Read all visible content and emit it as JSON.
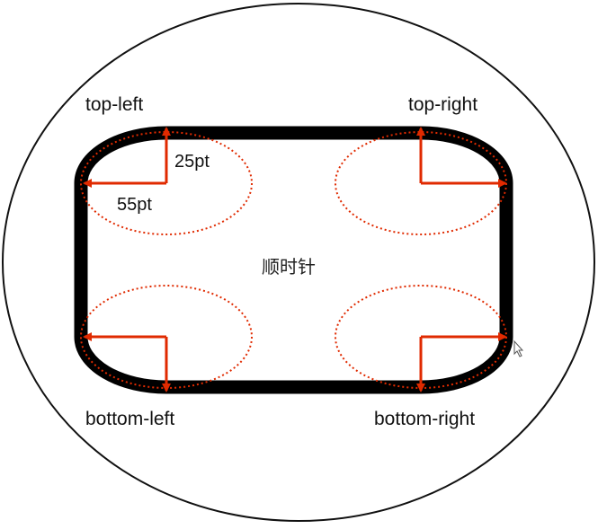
{
  "diagram": {
    "corner_labels": {
      "top_left": "top-left",
      "top_right": "top-right",
      "bottom_left": "bottom-left",
      "bottom_right": "bottom-right"
    },
    "radius_labels": {
      "vertical": "25pt",
      "horizontal": "55pt"
    },
    "center_label": "顺时针"
  },
  "colors": {
    "border": "#000000",
    "arrow": "#e02a00",
    "dotted_ellipse": "#e02a00",
    "outer_ellipse": "#111111",
    "background": "#ffffff"
  }
}
